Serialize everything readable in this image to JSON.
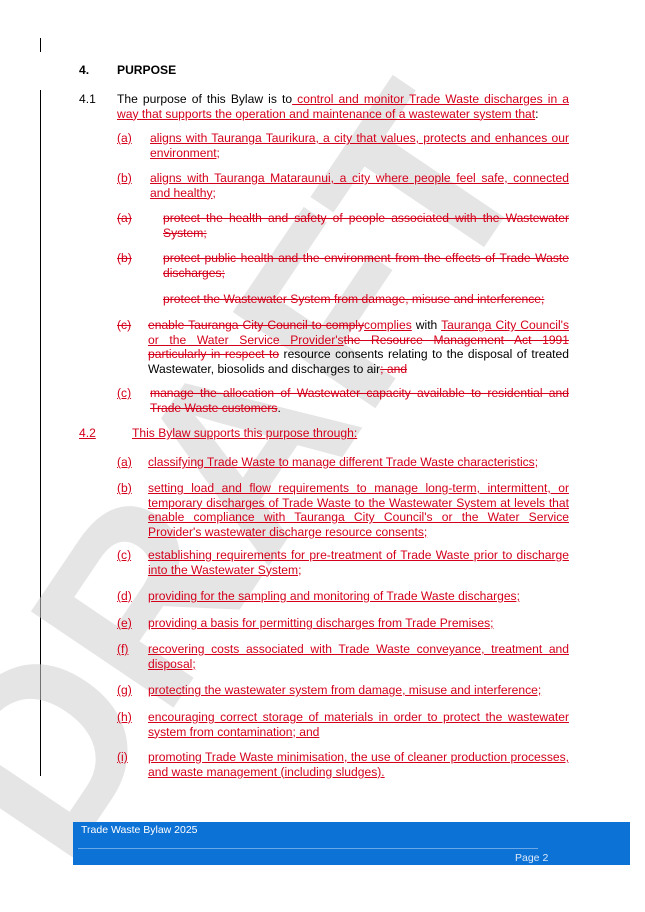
{
  "heading": {
    "number": "4.",
    "title": "PURPOSE"
  },
  "s41": {
    "number": "4.1",
    "intro_a": "The purpose of this Bylaw is to",
    "intro_ins": " control and monitor Trade Waste discharges in a way that supports the operation and maintenance of a wastewater system that",
    "intro_end": ":",
    "items": [
      {
        "label": "(a)",
        "label_style": "ins",
        "text": "aligns with Tauranga Taurikura, a city that values, protects and enhances our environment;",
        "style": "ins"
      },
      {
        "label": "(b)",
        "label_style": "ins",
        "text": "aligns with Tauranga Mataraunui, a city where people feel safe, connected and healthy;",
        "style": "ins"
      },
      {
        "label": "(a)",
        "label_style": "del",
        "text": "protect the health and safety of people associated with the Wastewater System;",
        "style": "del"
      },
      {
        "label": "(b)",
        "label_style": "del",
        "text": "protect public health and the environment from the effects of Trade Waste discharges;",
        "style": "del"
      },
      {
        "label": "",
        "label_style": "del",
        "text": "protect the Wastewater System from damage, misuse and interference;",
        "style": "del"
      }
    ],
    "item_c1": {
      "label": "(c)",
      "d1": "enable Tauranga City Council to comply",
      "i1": "complies",
      "b1": " with ",
      "i2": "Tauranga City Council's or the Water Service Provider's",
      "d2": "the Resource Management Act 1991 particularly in respect to",
      "b2": " resource consents relating to the disposal of treated Wastewater, biosolids and discharges to air",
      "d3": "; and"
    },
    "item_c2": {
      "label": "(c)",
      "d1": "manage the allocation of Wastewater capacity available to residential and Trade Waste customers",
      "b1": "."
    }
  },
  "s42": {
    "number": "4.2",
    "intro": "This Bylaw supports this purpose through:",
    "items": [
      {
        "label": "(a)",
        "text": "classifying Trade Waste to manage different Trade Waste characteristics;"
      },
      {
        "label": "(b)",
        "text": "setting load and flow requirements to manage long-term, intermittent, or temporary discharges of Trade Waste to the Wastewater System at levels that enable compliance with Tauranga City Council's or the Water Service Provider's wastewater discharge resource consents;"
      },
      {
        "label": "(c)",
        "text": "establishing requirements for pre-treatment of Trade Waste prior to discharge into the Wastewater System;"
      },
      {
        "label": "(d)",
        "text": "providing for the sampling and monitoring of Trade Waste discharges;"
      },
      {
        "label": "(e)",
        "text": "providing a basis for permitting discharges from Trade Premises;"
      },
      {
        "label": "(f)",
        "text": "recovering costs associated with Trade Waste conveyance, treatment and disposal;"
      },
      {
        "label": "(g)",
        "text": "protecting the wastewater system from damage, misuse and interference;"
      },
      {
        "label": "(h)",
        "text": "encouraging correct storage of materials in order to protect the wastewater system from contamination; and"
      },
      {
        "label": "(i)",
        "text": "promoting Trade Waste minimisation, the use of cleaner production processes, and waste management (including sludges)."
      }
    ]
  },
  "watermark": "DRAFT",
  "footer": {
    "title": "Trade Waste Bylaw 2025",
    "page": "Page 2"
  },
  "colors": {
    "revision": "#d4001b",
    "footer": "#0d72d6"
  }
}
